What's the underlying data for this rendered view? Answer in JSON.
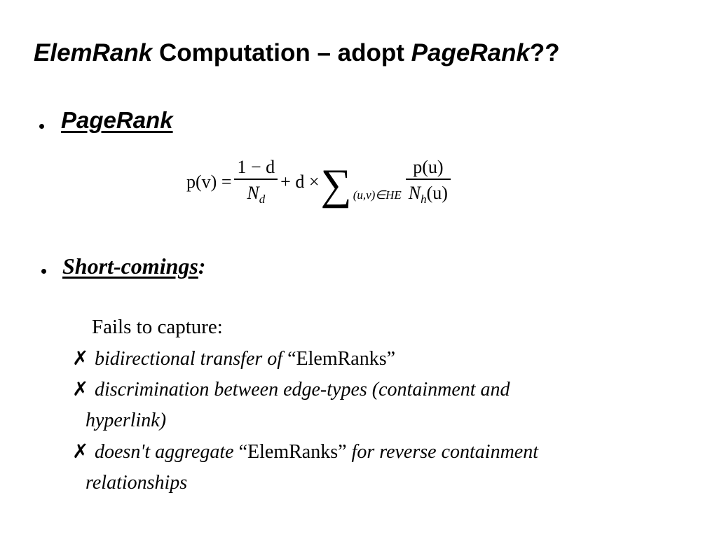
{
  "title": {
    "part1": "ElemRank",
    "part2": " Computation – adopt ",
    "part3": "PageRank",
    "part4": "??"
  },
  "bullet1": {
    "heading": "PageRank"
  },
  "formula": {
    "lhs": "p(v) =",
    "frac1_num": "1 − d",
    "frac1_den": "N",
    "frac1_den_sub": "d",
    "plus": "+ d ×",
    "sigma": "∑",
    "sum_range": "(u,v)∈HE",
    "frac2_num": "p(u)",
    "frac2_den_a": "N",
    "frac2_den_sub": "h",
    "frac2_den_b": "(u)"
  },
  "bullet2": {
    "heading": "Short-comings",
    "colon": ":",
    "intro": "Fails to capture:",
    "mark": "✗",
    "items": [
      {
        "text1": "bidirectional  transfer of  ",
        "quote": "“ElemRanks”",
        "text2": "",
        "cont": ""
      },
      {
        "text1": "discrimination  between edge-types (containment and",
        "quote": "",
        "text2": "",
        "cont": "hyperlink)"
      },
      {
        "text1": "doesn't  aggregate  ",
        "quote": "“ElemRanks”",
        "text2": "  for reverse containment",
        "cont": "relationships"
      }
    ]
  }
}
